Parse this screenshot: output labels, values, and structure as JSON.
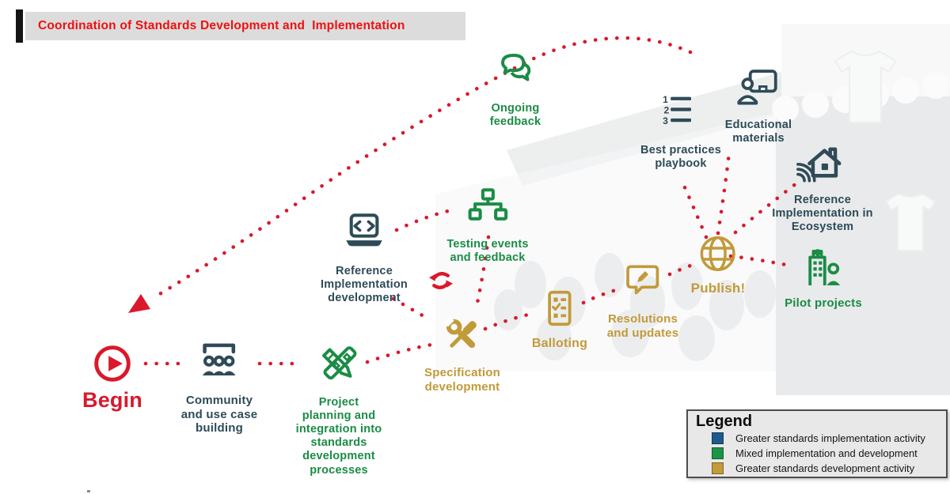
{
  "title": "Coordination of Standards Development and  Implementation",
  "colors": {
    "title_red": "#ee1111",
    "flow_red": "#d9192b",
    "dark_slate": "#2e4b57",
    "green": "#1a8c45",
    "gold": "#c19a3a",
    "title_strip_bg": "#dcdcdc",
    "legend_bg": "#e8e8e8"
  },
  "nodes": {
    "begin": {
      "label": "Begin"
    },
    "community": {
      "label": "Community\nand use case\nbuilding"
    },
    "project": {
      "label": "Project\nplanning and\nintegration into\nstandards\ndevelopment\nprocesses"
    },
    "spec": {
      "label": "Specification\ndevelopment"
    },
    "refimpl": {
      "label": "Reference\nImplementation\ndevelopment"
    },
    "testing": {
      "label": "Testing events\nand feedback"
    },
    "ongoing": {
      "label": "Ongoing\nfeedback"
    },
    "balloting": {
      "label": "Balloting"
    },
    "resolutions": {
      "label": "Resolutions\nand updates"
    },
    "publish": {
      "label": "Publish!"
    },
    "pilot": {
      "label": "Pilot projects"
    },
    "playbook": {
      "label": "Best practices\nplaybook"
    },
    "educational": {
      "label": "Educational\nmaterials"
    },
    "ecosystem": {
      "label": "Reference\nImplementation in\nEcosystem"
    }
  },
  "icons": {
    "begin": "play-icon",
    "community": "audience-icon",
    "project": "design-tools-icon",
    "spec": "crossed-tools-icon",
    "cycle": "iteration-cycle-icon",
    "refimpl": "laptop-code-icon",
    "testing": "sitemap-icon",
    "ongoing": "chat-bubbles-icon",
    "balloting": "ballot-checklist-icon",
    "resolutions": "comment-edit-icon",
    "publish": "globe-icon",
    "pilot": "building-person-icon",
    "playbook": "numbered-list-icon",
    "educational": "presenter-screen-icon",
    "ecosystem": "smart-home-wifi-icon",
    "playbook_digits": [
      "1",
      "2",
      "3"
    ]
  },
  "legend": {
    "title": "Legend",
    "items": [
      {
        "color": "#1d5b8c",
        "label": "Greater standards implementation activity"
      },
      {
        "color": "#1b9447",
        "label": "Mixed implementation and development"
      },
      {
        "color": "#c49b3a",
        "label": "Greater standards development activity"
      }
    ]
  }
}
